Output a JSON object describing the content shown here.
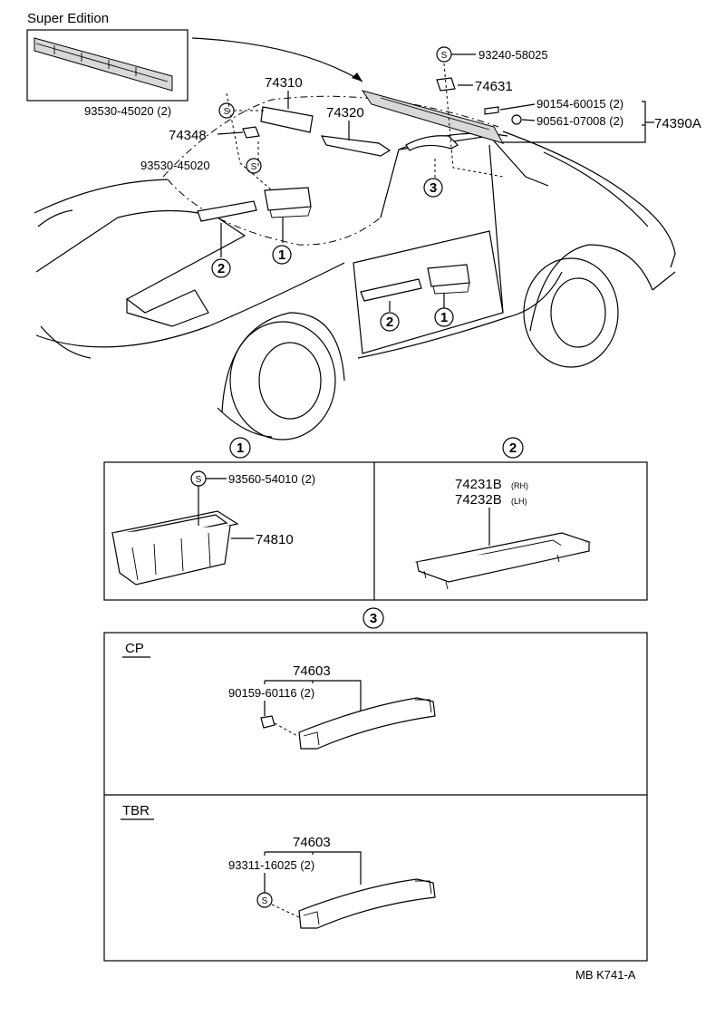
{
  "header": {
    "title": "Super Edition"
  },
  "labels": {
    "p93240": "93240-58025",
    "p74631": "74631",
    "p74310": "74310",
    "p93530a": "93530-45020 (2)",
    "p74320": "74320",
    "p90154": "90154-60015 (2)",
    "p90561": "90561-07008 (2)",
    "p74390A": "74390A",
    "p74348": "74348",
    "p93530b": "93530-45020",
    "p93560": "93560-54010 (2)",
    "p74810": "74810",
    "p74231B": "74231B",
    "p74231B_side": "(RH)",
    "p74232B": "74232B",
    "p74232B_side": "(LH)",
    "p74603_cp": "74603",
    "p90159": "90159-60116 (2)",
    "p74603_tbr": "74603",
    "p93311": "93311-16025 (2)"
  },
  "callouts": {
    "one": "1",
    "two": "2",
    "three": "3",
    "s": "S"
  },
  "sections": {
    "detail1": "1",
    "detail2": "2",
    "detail3": "3",
    "cp": "CP",
    "tbr": "TBR"
  },
  "footer": {
    "code": "MB  K741-A"
  }
}
